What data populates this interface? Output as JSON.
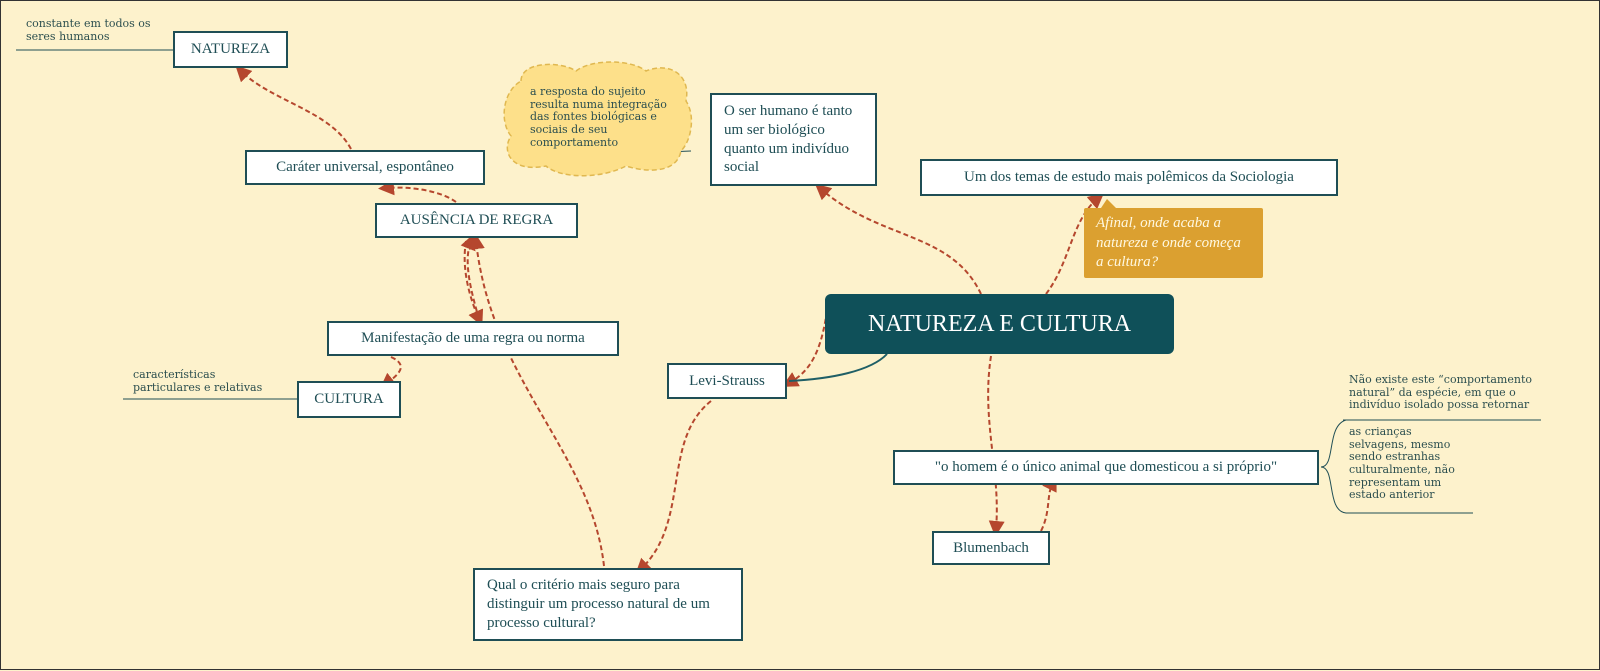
{
  "central": "NATUREZA E CULTURA",
  "nodes": {
    "natureza": "NATUREZA",
    "carater": "Caráter universal, espontâneo",
    "ausencia": "AUSÊNCIA DE REGRA",
    "manifestacao": "Manifestação de uma regra ou norma",
    "cultura": "CULTURA",
    "levi": "Levi-Strauss",
    "criterio": "Qual o critério mais seguro para distinguir um processo natural de um processo cultural?",
    "ser_humano": "O ser humano é tanto um ser biológico quanto um indivíduo social",
    "temas": "Um dos temas de estudo mais polêmicos da Sociologia",
    "homem": "\"o homem é o único animal que domesticou a si próprio\"",
    "blumenbach": "Blumenbach"
  },
  "notes": {
    "natureza": "constante em todos os seres humanos",
    "cultura": "características particulares e relativas",
    "cloud": "a resposta do sujeito resulta numa integração das fontes biológicas e sociais de seu comportamento",
    "callout": "Afinal, onde acaba a natureza e onde começa a cultura?",
    "nao_existe": "Não existe este “comportamento natural” da espécie, em que o indivíduo isolado possa retornar",
    "criancas": "as crianças selvagens, mesmo sendo estranhas culturalmente, não representam um estado anterior"
  }
}
